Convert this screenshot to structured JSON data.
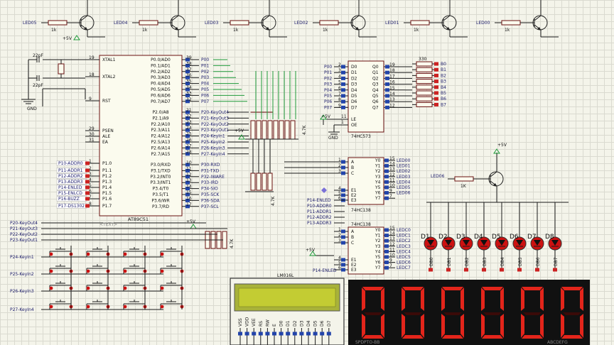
{
  "transistors": [
    {
      "net": "LED05",
      "res": "1k"
    },
    {
      "net": "LED04",
      "res": "1k"
    },
    {
      "net": "LED03",
      "res": "1k"
    },
    {
      "net": "LED02",
      "res": "1k"
    },
    {
      "net": "LED01",
      "res": "1k"
    },
    {
      "net": "LED00",
      "res": "1k"
    }
  ],
  "transistor6": {
    "net": "LED06",
    "res": "1K",
    "supply": "+5V"
  },
  "supply_labels": {
    "v5": "+5V",
    "gnd": "GND"
  },
  "crystal": {
    "c1": "22pF",
    "c2": "22pF"
  },
  "mcu": {
    "name": "AT89C51",
    "left_pins": [
      {
        "num": "19",
        "name": "XTAL1"
      },
      {
        "num": "18",
        "name": "XTAL2"
      },
      {
        "num": "9",
        "name": "RST"
      },
      {
        "num": "29",
        "name": "PSEN"
      },
      {
        "num": "30",
        "name": "ALE"
      },
      {
        "num": "31",
        "name": "EA"
      },
      {
        "num": "1",
        "name": "P1.0",
        "net": "P10-ADDR0"
      },
      {
        "num": "2",
        "name": "P1.1",
        "net": "P11-ADDR1"
      },
      {
        "num": "3",
        "name": "P1.2",
        "net": "P12-ADDR2"
      },
      {
        "num": "4",
        "name": "P1.3",
        "net": "P13-ADDR3"
      },
      {
        "num": "5",
        "name": "P1.4",
        "net": "P14-ENLED"
      },
      {
        "num": "6",
        "name": "P1.5",
        "net": "P15-ENLCD"
      },
      {
        "num": "7",
        "name": "P1.6",
        "net": "P16-BUZZ"
      },
      {
        "num": "8",
        "name": "P1.7",
        "net": "P17-DS1302"
      }
    ],
    "right_pins": [
      {
        "num": "39",
        "name": "P0.0/AD0",
        "net": "P00"
      },
      {
        "num": "38",
        "name": "P0.1/AD1",
        "net": "P01"
      },
      {
        "num": "37",
        "name": "P0.2/AD2",
        "net": "P02"
      },
      {
        "num": "36",
        "name": "P0.3/AD3",
        "net": "P03"
      },
      {
        "num": "35",
        "name": "P0.4/AD4",
        "net": "P04"
      },
      {
        "num": "34",
        "name": "P0.5/AD5",
        "net": "P05"
      },
      {
        "num": "33",
        "name": "P0.6/AD6",
        "net": "P06"
      },
      {
        "num": "32",
        "name": "P0.7/AD7",
        "net": "P07"
      },
      {
        "num": "21",
        "name": "P2.0/A8",
        "net": "P20-KeyOut4"
      },
      {
        "num": "22",
        "name": "P2.1/A9",
        "net": "P21-KeyOut3"
      },
      {
        "num": "23",
        "name": "P2.2/A10",
        "net": "P22-KeyOut2"
      },
      {
        "num": "24",
        "name": "P2.3/A11",
        "net": "P23-KeyOut1"
      },
      {
        "num": "25",
        "name": "P2.4/A12",
        "net": "P24-KeyIn1"
      },
      {
        "num": "26",
        "name": "P2.5/A13",
        "net": "P25-KeyIn2"
      },
      {
        "num": "27",
        "name": "P2.6/A14",
        "net": "P26-KeyIn3"
      },
      {
        "num": "28",
        "name": "P2.7/A15",
        "net": "P27-KeyIn4"
      },
      {
        "num": "10",
        "name": "P3.0/RXD",
        "net": "P30-RXD"
      },
      {
        "num": "11",
        "name": "P3.1/TXD",
        "net": "P31-TXD"
      },
      {
        "num": "12",
        "name": "P3.2/INT0",
        "net": "P32-IWARE"
      },
      {
        "num": "13",
        "name": "P3.3/INT1",
        "net": "P33-IRD"
      },
      {
        "num": "14",
        "name": "P3.4/T0",
        "net": "P34-SIO"
      },
      {
        "num": "15",
        "name": "P3.5/T1",
        "net": "P35-SCK"
      },
      {
        "num": "16",
        "name": "P3.6/WR",
        "net": "P36-SDA"
      },
      {
        "num": "17",
        "name": "P3.7/RD",
        "net": "P37-SCL"
      }
    ]
  },
  "latch": {
    "name": "74HC573",
    "inputs": [
      "P00",
      "P01",
      "P02",
      "P03",
      "P04",
      "P05",
      "P06",
      "P07"
    ],
    "in_pins": [
      "2",
      "3",
      "4",
      "5",
      "6",
      "7",
      "8",
      "9"
    ],
    "d_names": [
      "D0",
      "D1",
      "D2",
      "D3",
      "D4",
      "D5",
      "D6",
      "D7"
    ],
    "q_names": [
      "Q0",
      "Q1",
      "Q2",
      "Q3",
      "Q4",
      "Q5",
      "Q6",
      "Q7"
    ],
    "out_pins": [
      "19",
      "18",
      "17",
      "16",
      "15",
      "14",
      "13",
      "12"
    ],
    "le": "LE",
    "oe": "OE",
    "le_pin": "11",
    "oe_pin": "1"
  },
  "bus_outputs": [
    "B0",
    "B1",
    "B2",
    "B3",
    "B4",
    "B5",
    "B6",
    "B7"
  ],
  "res_array_label": "330",
  "pullup_label": "4.7K",
  "decoder1": {
    "name": "74HC138",
    "in_names": [
      "A",
      "B",
      "C"
    ],
    "in_pins": [
      "1",
      "2",
      "3"
    ],
    "en_names": [
      "E1",
      "E2",
      "E3"
    ],
    "en_pins": [
      "4",
      "5",
      "6"
    ],
    "out_names": [
      "Y0",
      "Y1",
      "Y2",
      "Y3",
      "Y4",
      "Y5",
      "Y6",
      "Y7"
    ],
    "out_pins": [
      "15",
      "14",
      "13",
      "12",
      "11",
      "10",
      "9",
      "7"
    ],
    "out_nets": [
      "LED00",
      "LED01",
      "LED02",
      "LED03",
      "LED04",
      "LED05",
      "LED06",
      ""
    ]
  },
  "decoder2": {
    "name": "74HC138",
    "out_nets": [
      "LEDC0",
      "LEDC1",
      "LEDC2",
      "LEDC3",
      "LEDC4",
      "LEDC5",
      "LEDC6",
      "LEDC7"
    ]
  },
  "decoder_nets": [
    "P14-ENLED",
    "P10-ADDR0",
    "P11-ADDR1",
    "P12-ADDR2",
    "P13-ADDR3"
  ],
  "decoder2_en": "P14-ENLED",
  "leds": [
    "D1",
    "D2",
    "D3",
    "D4",
    "D5",
    "D6",
    "D7",
    "D8"
  ],
  "led_nets": [
    "DB0",
    "DB1",
    "DB2",
    "DB3",
    "DB4",
    "DB5",
    "DB6",
    "DB7"
  ],
  "keypad": {
    "rows": [
      "P24-KeyIn1",
      "P25-KeyIn2",
      "P26-KeyIn3",
      "P27-KeyIn4"
    ],
    "cols": [
      "P20-KeyOut4",
      "P21-KeyOut3",
      "P22-KeyOut2",
      "P23-KeyOut1"
    ],
    "text_marker": "<TEXT>"
  },
  "lcd": {
    "name": "LM016L",
    "pins": [
      "VSS",
      "VDD",
      "VEE",
      "RS",
      "RW",
      "E",
      "D0",
      "D1",
      "D2",
      "D3",
      "D4",
      "D5",
      "D6",
      "D7"
    ]
  },
  "seven_seg": {
    "digits": [
      "0",
      "0",
      "0",
      "0",
      "0",
      "0"
    ],
    "label_left": "SPDPTO-BB",
    "label_right": "ABCDEFG"
  }
}
